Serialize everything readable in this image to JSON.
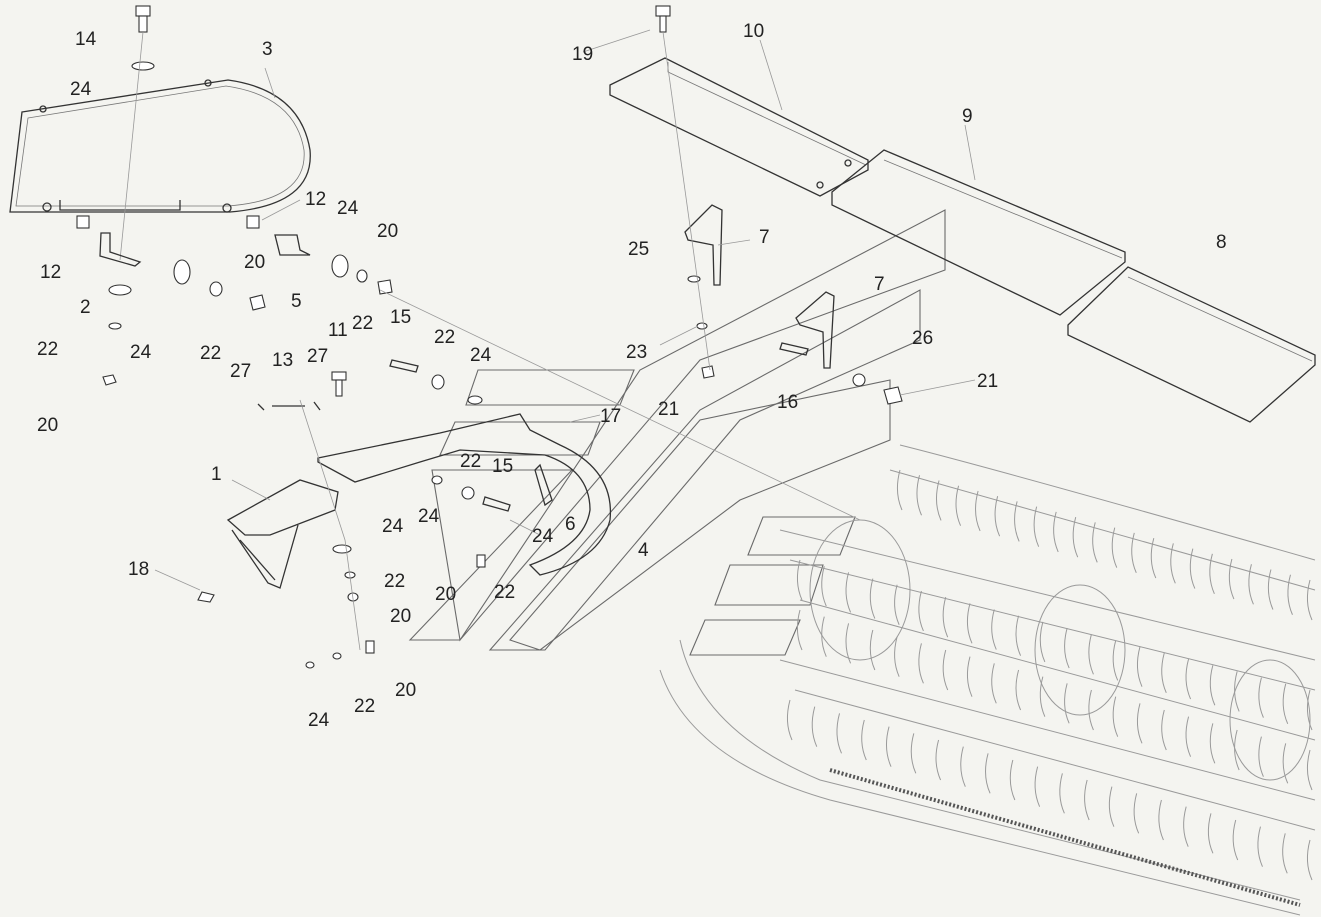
{
  "diagram": {
    "callouts": [
      {
        "id": "c14a",
        "text": "14"
      },
      {
        "id": "c3",
        "text": "3"
      },
      {
        "id": "c24a",
        "text": "24"
      },
      {
        "id": "c12a",
        "text": "12"
      },
      {
        "id": "c12b",
        "text": "12"
      },
      {
        "id": "c24b",
        "text": "24"
      },
      {
        "id": "c20a",
        "text": "20"
      },
      {
        "id": "c20b",
        "text": "20"
      },
      {
        "id": "c2",
        "text": "2"
      },
      {
        "id": "c5",
        "text": "5"
      },
      {
        "id": "c22a",
        "text": "22"
      },
      {
        "id": "c24c",
        "text": "24"
      },
      {
        "id": "c22b",
        "text": "22"
      },
      {
        "id": "c11",
        "text": "11"
      },
      {
        "id": "c22c",
        "text": "22"
      },
      {
        "id": "c15a",
        "text": "15"
      },
      {
        "id": "c22d",
        "text": "22"
      },
      {
        "id": "c24d",
        "text": "24"
      },
      {
        "id": "c27a",
        "text": "27"
      },
      {
        "id": "c13",
        "text": "13"
      },
      {
        "id": "c27b",
        "text": "27"
      },
      {
        "id": "c20c",
        "text": "20"
      },
      {
        "id": "c17",
        "text": "17"
      },
      {
        "id": "c22e",
        "text": "22"
      },
      {
        "id": "c15b",
        "text": "15"
      },
      {
        "id": "c1",
        "text": "1"
      },
      {
        "id": "c24e",
        "text": "24"
      },
      {
        "id": "c24f",
        "text": "24"
      },
      {
        "id": "c24g",
        "text": "24"
      },
      {
        "id": "c6",
        "text": "6"
      },
      {
        "id": "c4",
        "text": "4"
      },
      {
        "id": "c18",
        "text": "18"
      },
      {
        "id": "c22f",
        "text": "22"
      },
      {
        "id": "c20d",
        "text": "20"
      },
      {
        "id": "c22g",
        "text": "22"
      },
      {
        "id": "c20e",
        "text": "20"
      },
      {
        "id": "c20f",
        "text": "20"
      },
      {
        "id": "c22h",
        "text": "22"
      },
      {
        "id": "c24h",
        "text": "24"
      },
      {
        "id": "c19",
        "text": "19"
      },
      {
        "id": "c10",
        "text": "10"
      },
      {
        "id": "c9",
        "text": "9"
      },
      {
        "id": "c7a",
        "text": "7"
      },
      {
        "id": "c25",
        "text": "25"
      },
      {
        "id": "c8",
        "text": "8"
      },
      {
        "id": "c7b",
        "text": "7"
      },
      {
        "id": "c26",
        "text": "26"
      },
      {
        "id": "c23",
        "text": "23"
      },
      {
        "id": "c21a",
        "text": "21"
      },
      {
        "id": "c16",
        "text": "16"
      },
      {
        "id": "c21b",
        "text": "21"
      }
    ]
  }
}
